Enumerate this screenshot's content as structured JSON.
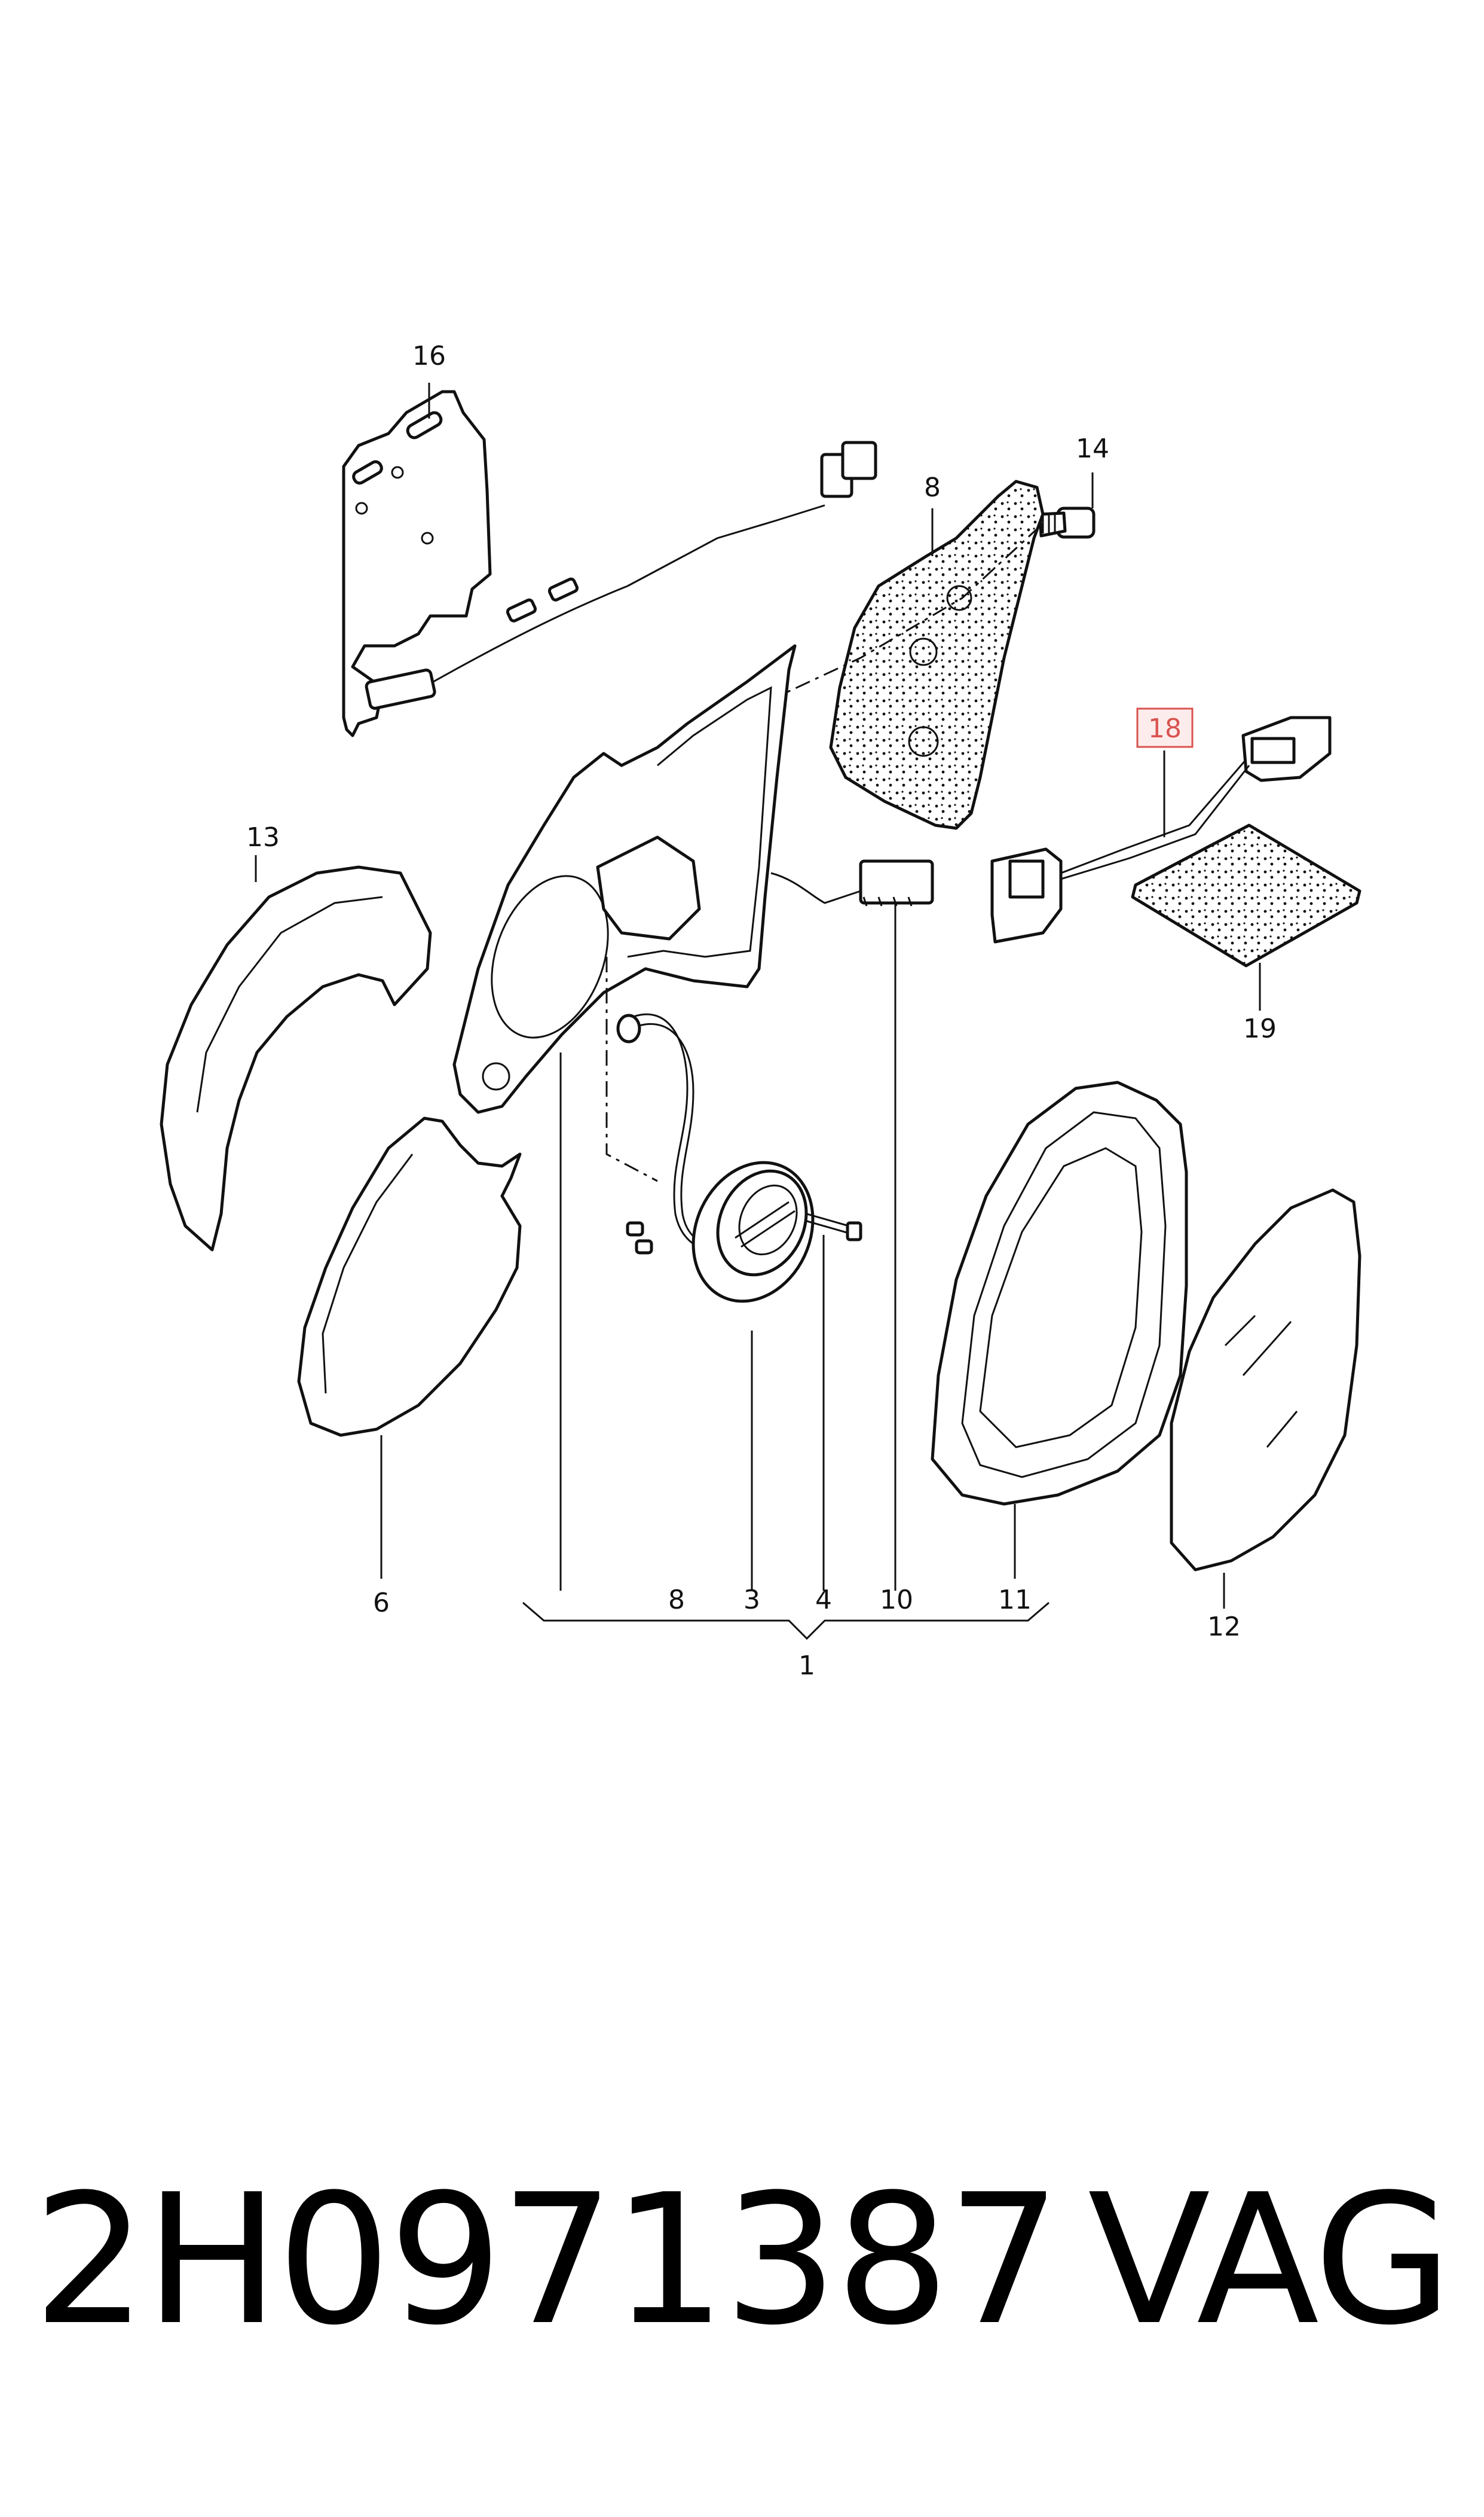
{
  "callouts": {
    "c16": "16",
    "c14": "14",
    "c8top": "8",
    "c18": "18",
    "c13": "13",
    "c19": "19",
    "c6": "6",
    "c8": "8",
    "c3": "3",
    "c4": "4",
    "c10": "10",
    "c11": "11",
    "c12": "12",
    "c1": "1"
  },
  "highlight_color": "#d9534f",
  "footer": {
    "part_number": "2H0971387",
    "brand": "VAG"
  }
}
